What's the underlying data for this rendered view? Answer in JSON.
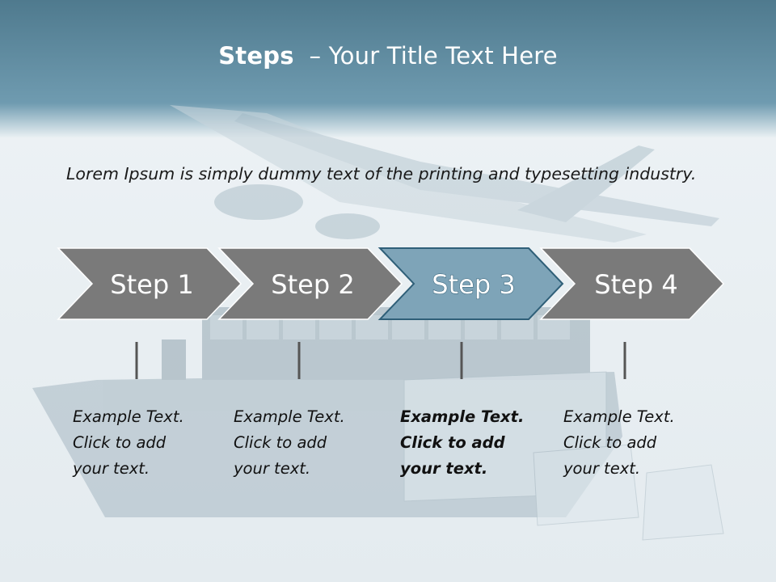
{
  "slide": {
    "title_bold": "Steps",
    "title_rest": "– Your Title Text Here",
    "intro": "Lorem Ipsum is simply dummy text of the printing and typesetting industry."
  },
  "steps": [
    {
      "label": "Step 1",
      "highlighted": false,
      "lines": [
        "Example Text.",
        "Click  to add",
        "your text."
      ]
    },
    {
      "label": "Step 2",
      "highlighted": false,
      "lines": [
        "Example Text.",
        "Click  to add",
        "your text."
      ]
    },
    {
      "label": "Step 3",
      "highlighted": true,
      "lines": [
        "Example Text.",
        "Click  to add",
        "your text."
      ]
    },
    {
      "label": "Step 4",
      "highlighted": false,
      "lines": [
        "Example Text.",
        "Click  to add",
        "your text."
      ]
    }
  ],
  "colors": {
    "header_band": "#5f8a9d",
    "arrow_gray": "#7a7a7a",
    "arrow_highlight": "#7ea4b8",
    "arrow_highlight_border": "#2f5f78",
    "connector": "#555555"
  }
}
